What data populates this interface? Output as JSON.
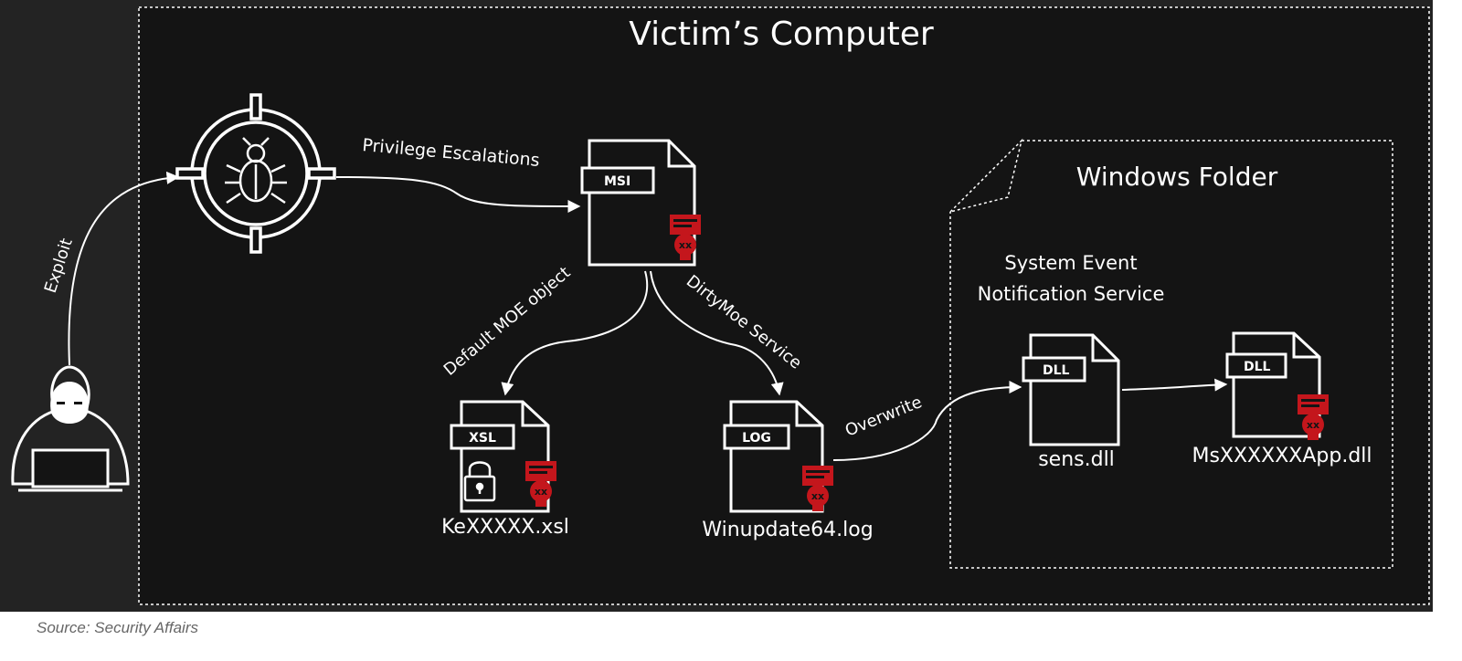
{
  "colors": {
    "background": "#141414",
    "outer_band": "#232323",
    "line": "#ffffff",
    "malware": "#c4161c"
  },
  "title": "Victim’s Computer",
  "labels": {
    "exploit": "Exploit",
    "privilege_escalations": "Privilege Escalations",
    "default_moe_object": "Default MOE object",
    "dirtymoe_service": "DirtyMoe Service",
    "overwrite": "Overwrite"
  },
  "msi_file": {
    "tag": "MSI"
  },
  "xsl_file": {
    "tag": "XSL",
    "name": "KeXXXXX.xsl"
  },
  "log_file": {
    "tag": "LOG",
    "name": "Winupdate64.log"
  },
  "windows_folder": {
    "title": "Windows Folder",
    "service_line1": "System Event",
    "service_line2": "Notification Service",
    "sens_dll": {
      "tag": "DLL",
      "name": "sens.dll"
    },
    "malicious_dll": {
      "tag": "DLL",
      "name": "MsXXXXXXApp.dll"
    }
  },
  "icons": {
    "attacker": "hooded-hacker-icon",
    "target": "crosshair-bug-icon",
    "malware_badge": "skull-document-icon",
    "lock": "padlock-icon"
  },
  "source_caption": "Source: Security Affairs"
}
